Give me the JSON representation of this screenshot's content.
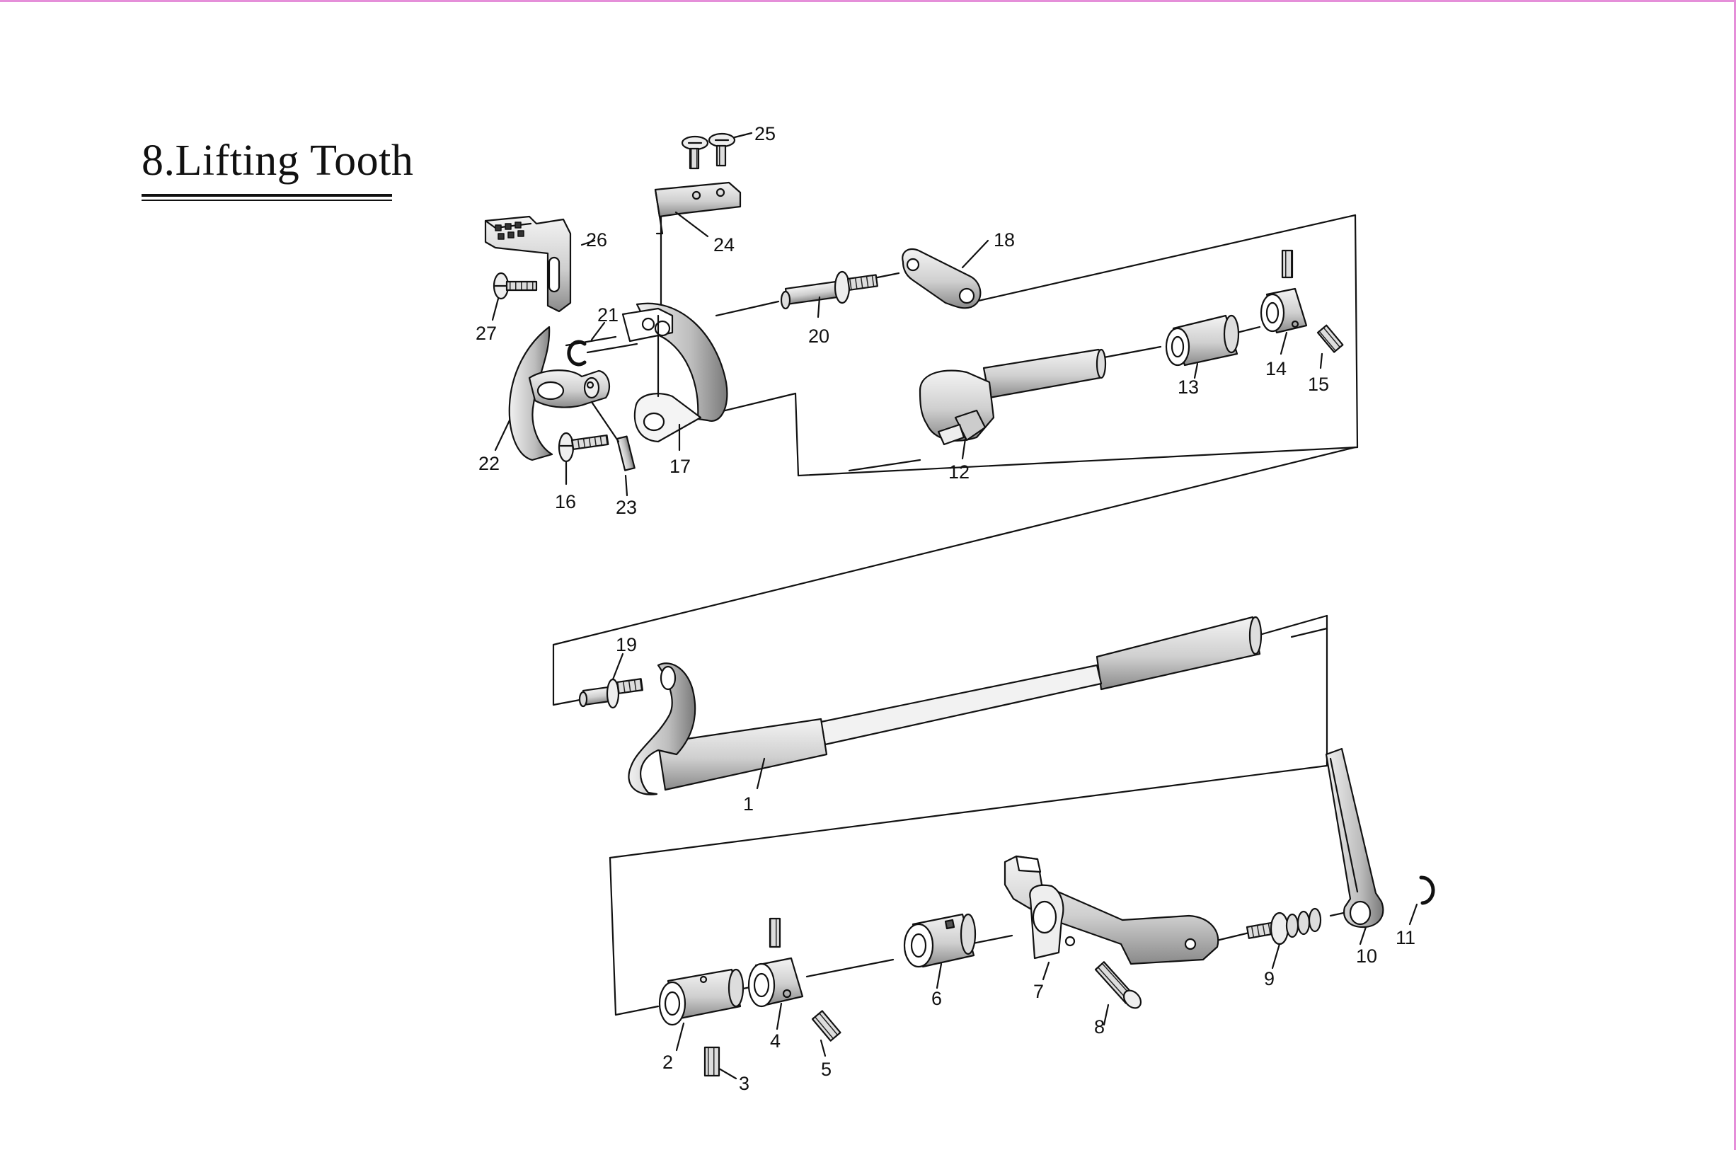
{
  "page": {
    "title": "8.Lifting Tooth",
    "frame_color": "#e58fd9",
    "line_color": "#111111"
  },
  "parts": [
    {
      "id": "p1",
      "label": "1"
    },
    {
      "id": "p2",
      "label": "2"
    },
    {
      "id": "p3",
      "label": "3"
    },
    {
      "id": "p4",
      "label": "4"
    },
    {
      "id": "p5",
      "label": "5"
    },
    {
      "id": "p6",
      "label": "6"
    },
    {
      "id": "p7",
      "label": "7"
    },
    {
      "id": "p8",
      "label": "8"
    },
    {
      "id": "p9",
      "label": "9"
    },
    {
      "id": "p10",
      "label": "10"
    },
    {
      "id": "p11",
      "label": "11"
    },
    {
      "id": "p12",
      "label": "12"
    },
    {
      "id": "p13",
      "label": "13"
    },
    {
      "id": "p14",
      "label": "14"
    },
    {
      "id": "p15",
      "label": "15"
    },
    {
      "id": "p16",
      "label": "16"
    },
    {
      "id": "p17",
      "label": "17"
    },
    {
      "id": "p18",
      "label": "18"
    },
    {
      "id": "p19",
      "label": "19"
    },
    {
      "id": "p20",
      "label": "20"
    },
    {
      "id": "p21",
      "label": "21"
    },
    {
      "id": "p22",
      "label": "22"
    },
    {
      "id": "p23",
      "label": "23"
    },
    {
      "id": "p24",
      "label": "24"
    },
    {
      "id": "p25",
      "label": "25"
    },
    {
      "id": "p26",
      "label": "26"
    },
    {
      "id": "p27",
      "label": "27"
    }
  ]
}
